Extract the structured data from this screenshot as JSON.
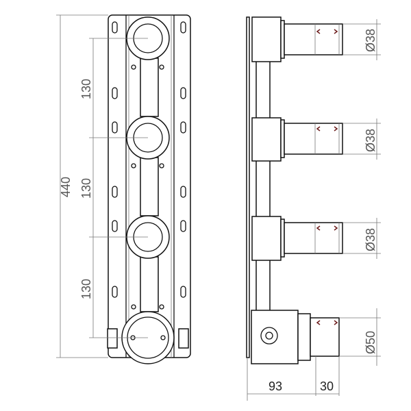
{
  "front_view": {
    "overall_height": "440",
    "spacings": [
      "130",
      "130",
      "130"
    ]
  },
  "side_view": {
    "outlet_diameters": [
      "Ø38",
      "Ø38",
      "Ø38",
      "Ø50"
    ],
    "depth_body": "93",
    "depth_outlet": "30"
  },
  "colors": {
    "line": "#111111",
    "dimension": "#777777",
    "marker": "#6b1a1a"
  }
}
